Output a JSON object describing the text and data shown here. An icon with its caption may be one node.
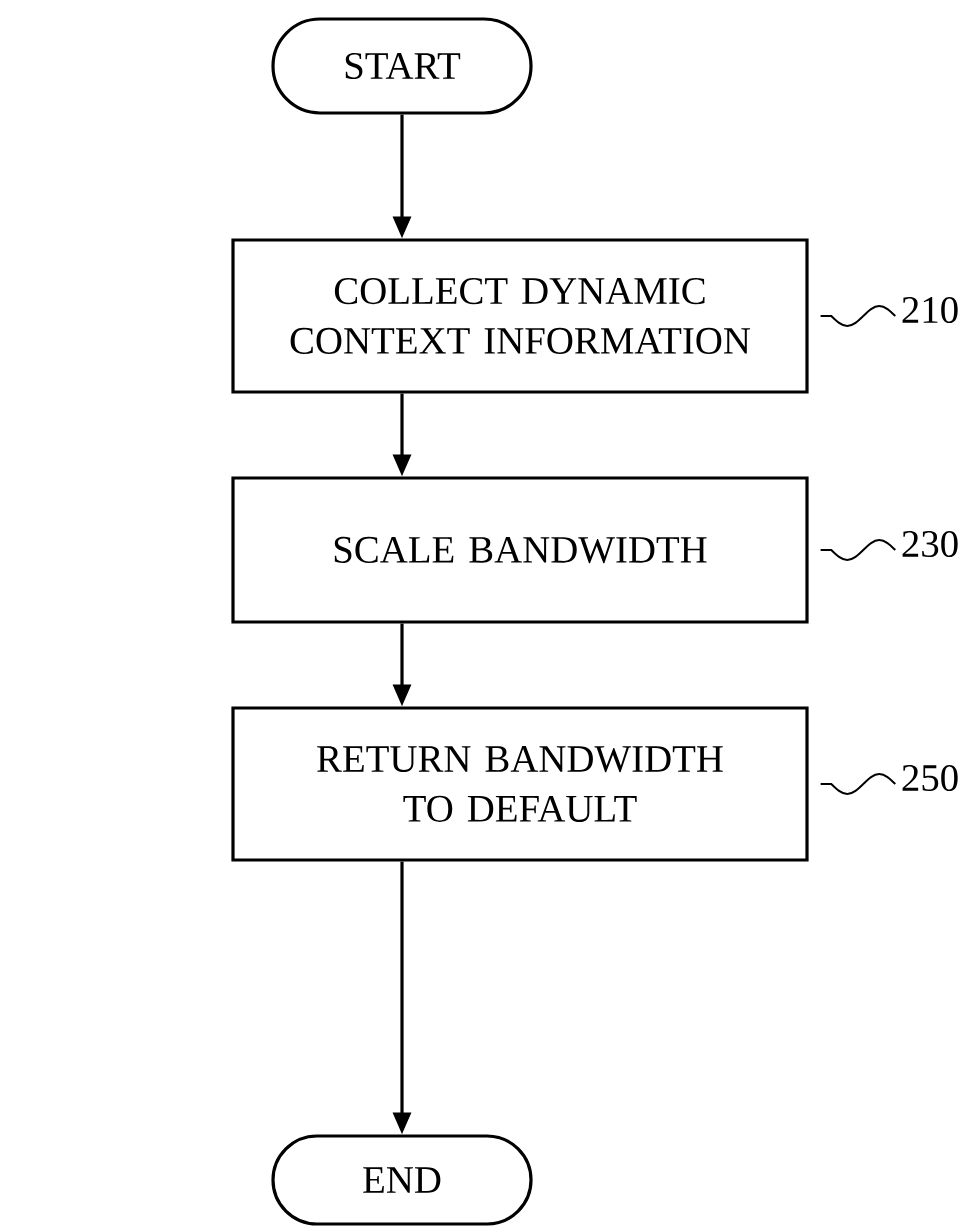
{
  "diagram": {
    "nodes": [
      {
        "text": [
          "START"
        ]
      },
      {
        "text": [
          "COLLECT DYNAMIC CONTEXT INFORMATION"
        ]
      },
      {
        "text": [
          "SCALE BANDWIDTH"
        ]
      },
      {
        "text": [
          "RETURN BANDWIDTH TO DEFAULT"
        ]
      },
      {
        "text": [
          "END"
        ]
      },
      {
        "text": [
          "210"
        ]
      },
      {
        "text": [
          "230"
        ]
      },
      {
        "text": [
          "250"
        ]
      }
    ],
    "edges": [
      {
        "from": 0,
        "to": 1,
        "arrow": "to"
      },
      {
        "from": 1,
        "to": 2,
        "arrow": "to"
      },
      {
        "from": 2,
        "to": 3,
        "arrow": "to"
      },
      {
        "from": 3,
        "to": 4,
        "arrow": "to"
      },
      {
        "from": 5,
        "to": 1,
        "arrow": "none"
      },
      {
        "from": 6,
        "to": 2,
        "arrow": "none"
      },
      {
        "from": 7,
        "to": 3,
        "arrow": "none"
      }
    ]
  }
}
